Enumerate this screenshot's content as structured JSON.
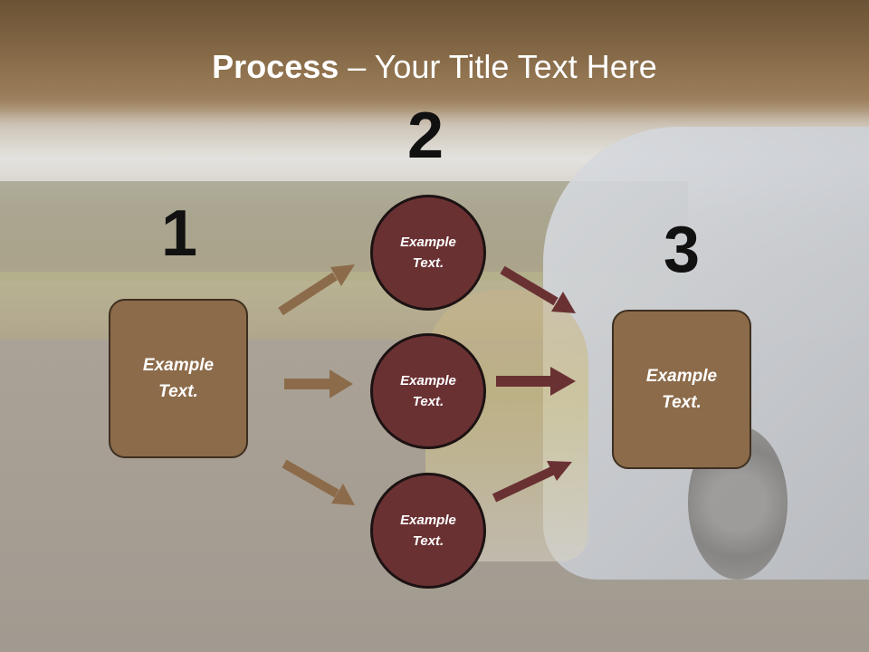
{
  "title": {
    "bold": "Process",
    "rest": " – Your Title Text Here"
  },
  "steps": [
    {
      "number": "1",
      "box_text": "Example Text."
    },
    {
      "number": "2",
      "circles": [
        "Example Text.",
        "Example Text.",
        "Example Text."
      ]
    },
    {
      "number": "3",
      "box_text": "Example Text."
    }
  ],
  "colors": {
    "box_fill": "#8c6b4a",
    "circle_fill": "#6a3133",
    "arrow_light": "#8c6b4a",
    "arrow_dark": "#6a3133",
    "title_band": "#7a5e3e"
  }
}
